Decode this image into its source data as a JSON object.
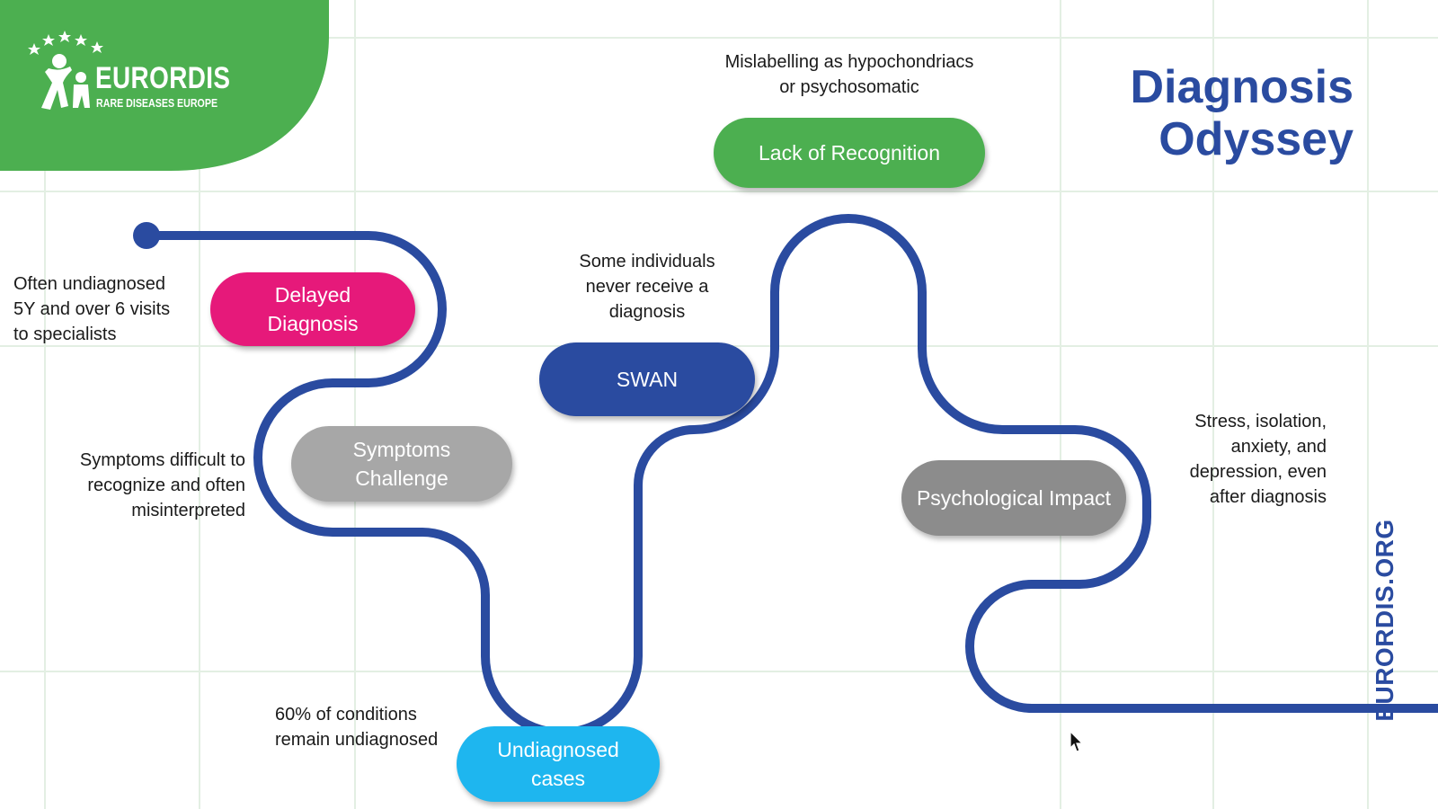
{
  "brand": {
    "name": "EURORDIS",
    "subtitle": "RARE DISEASES EUROPE",
    "website": "EURORDIS.ORG",
    "colors": {
      "green": "#4caf50",
      "blue": "#2a4ba0"
    }
  },
  "title": {
    "line1": "Diagnosis",
    "line2": "Odyssey"
  },
  "stages": [
    {
      "label_line1": "Delayed",
      "label_line2": "Diagnosis",
      "color": "#e6197a",
      "note_lines": [
        "Often undiagnosed",
        "5Y and over 6 visits",
        "to specialists"
      ]
    },
    {
      "label_line1": "Symptoms",
      "label_line2": "Challenge",
      "color": "#a7a7a7",
      "note_lines": [
        "Symptoms difficult to",
        "recognize and often",
        "misinterpreted"
      ]
    },
    {
      "label_line1": "Undiagnosed",
      "label_line2": "cases",
      "color": "#1eb6ef",
      "note_lines": [
        "60% of conditions",
        "remain undiagnosed"
      ]
    },
    {
      "label_line1": "SWAN",
      "label_line2": "",
      "color": "#2a4ba0",
      "note_lines": [
        "Some individuals",
        "never receive a",
        "diagnosis"
      ]
    },
    {
      "label_line1": "Lack of Recognition",
      "label_line2": "",
      "color": "#4caf50",
      "note_lines": [
        "Mislabelling as hypochondriacs",
        "or psychosomatic"
      ]
    },
    {
      "label_line1": "Psychological Impact",
      "label_line2": "",
      "color": "#8c8c8c",
      "note_lines": [
        "Stress, isolation,",
        "anxiety, and",
        "depression, even",
        "after diagnosis"
      ]
    }
  ]
}
